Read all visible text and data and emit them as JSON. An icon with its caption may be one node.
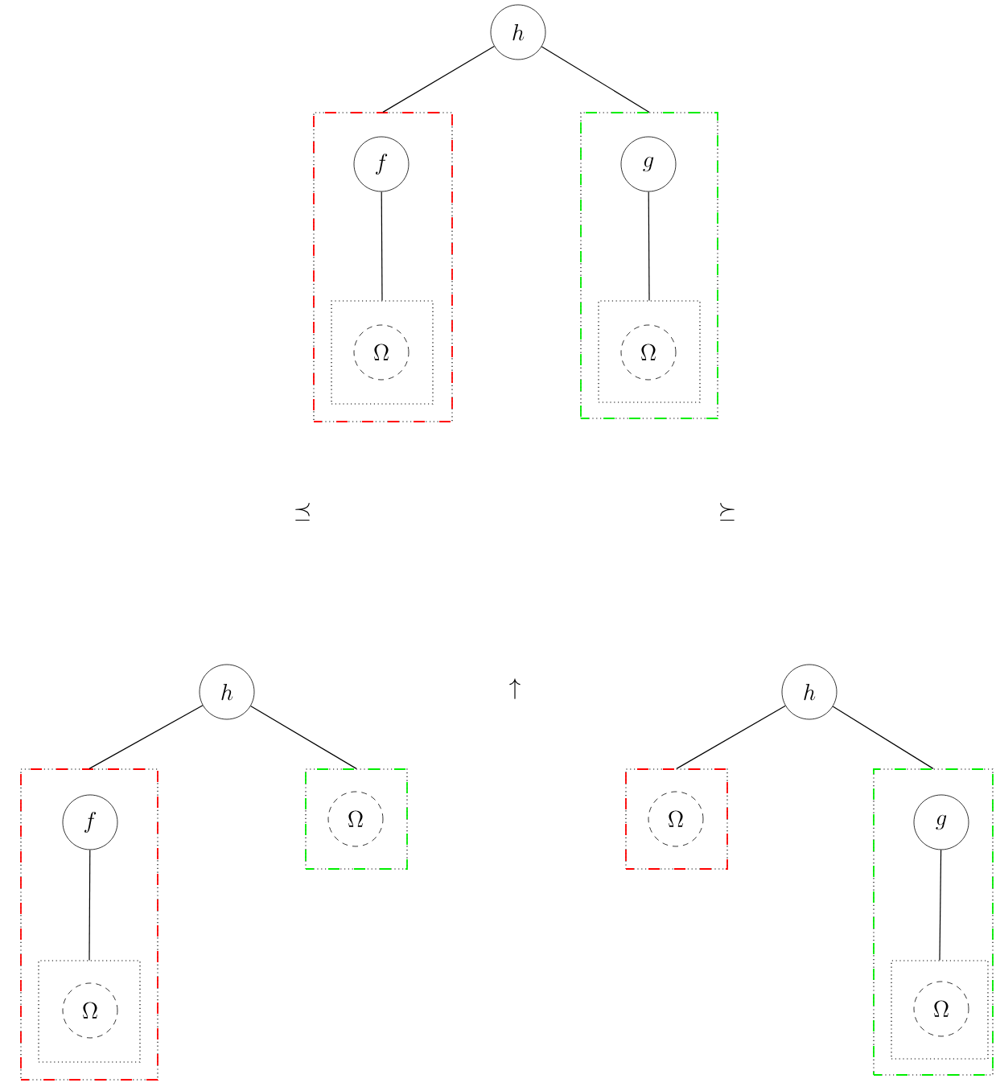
{
  "diagram": {
    "nodes": [
      {
        "text": [
          "h"
        ]
      },
      {
        "text": [],
        "shape": "box"
      },
      {
        "text": [
          "f"
        ],
        "in": 1
      },
      {
        "text": [],
        "shape": "box",
        "in": 1
      },
      {
        "text": [
          "\\Omega"
        ],
        "in": 3
      },
      {
        "text": [],
        "shape": "box"
      },
      {
        "text": [
          "g"
        ],
        "in": 5
      },
      {
        "text": [],
        "shape": "box",
        "in": 5
      },
      {
        "text": [
          "\\Omega"
        ],
        "in": 7
      },
      {
        "text": [
          "h"
        ]
      },
      {
        "text": [],
        "shape": "box"
      },
      {
        "text": [
          "f"
        ],
        "in": 10
      },
      {
        "text": [],
        "shape": "box",
        "in": 10
      },
      {
        "text": [
          "\\Omega"
        ],
        "in": 12
      },
      {
        "text": [],
        "shape": "box"
      },
      {
        "text": [
          "\\Omega"
        ],
        "in": 14
      },
      {
        "text": [
          "h"
        ]
      },
      {
        "text": [],
        "shape": "box"
      },
      {
        "text": [
          "\\Omega"
        ],
        "in": 17
      },
      {
        "text": [],
        "shape": "box"
      },
      {
        "text": [
          "g"
        ],
        "in": 19
      },
      {
        "text": [],
        "shape": "box",
        "in": 19
      },
      {
        "text": [
          "\\Omega"
        ],
        "in": 21
      }
    ],
    "edges": [
      {
        "from": 0,
        "to": 1,
        "arrow": "none"
      },
      {
        "from": 0,
        "to": 5,
        "arrow": "none"
      },
      {
        "from": 2,
        "to": 3,
        "arrow": "none"
      },
      {
        "from": 6,
        "to": 7,
        "arrow": "none"
      },
      {
        "from": 9,
        "to": 10,
        "arrow": "none"
      },
      {
        "from": 9,
        "to": 14,
        "arrow": "none"
      },
      {
        "from": 11,
        "to": 12,
        "arrow": "none"
      },
      {
        "from": 16,
        "to": 17,
        "arrow": "none"
      },
      {
        "from": 16,
        "to": 19,
        "arrow": "none"
      },
      {
        "from": 20,
        "to": 21,
        "arrow": "none"
      }
    ],
    "labels": [
      "\\preceq",
      "\\succeq",
      "\\uparrow"
    ]
  }
}
